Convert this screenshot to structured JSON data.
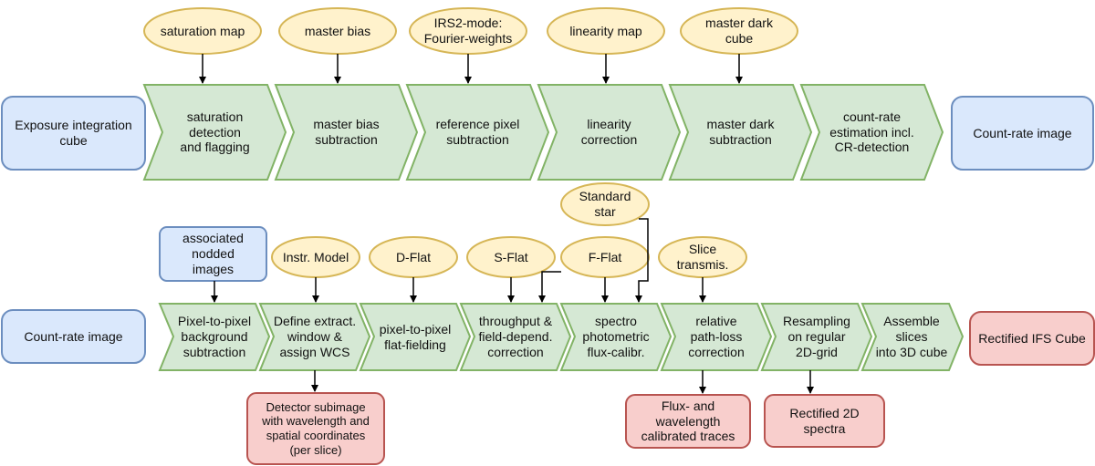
{
  "row1": {
    "input": "Exposure integration cube",
    "output": "Count-rate image",
    "steps": [
      "saturation\ndetection\nand flagging",
      "master bias\nsubtraction",
      "reference pixel\nsubtraction",
      "linearity\ncorrection",
      "master dark\nsubtraction",
      "count-rate\nestimation  incl.\nCR-detection"
    ],
    "refs": [
      "saturation map",
      "master bias",
      "IRS2-mode:\nFourier-weights",
      "linearity map",
      "master dark\ncube"
    ]
  },
  "row2": {
    "input": "Count-rate image",
    "output": "Rectified IFS Cube",
    "steps": [
      "Pixel-to-pixel\nbackground\nsubtraction",
      "Define extract.\nwindow &\nassign WCS",
      "pixel-to-pixel\nflat-fielding",
      "throughput &\nfield-depend.\ncorrection",
      "spectro\nphotometric\nflux-calibr.",
      "relative\npath-loss\ncorrection",
      "Resampling\non regular\n2D-grid",
      "Assemble\nslices\ninto 3D cube"
    ],
    "nodded": "associated\nnodded\nimages",
    "refs": {
      "instr_model": "Instr. Model",
      "d_flat": "D-Flat",
      "s_flat": "S-Flat",
      "f_flat": "F-Flat",
      "standard_star": "Standard\nstar",
      "slice_transmis": "Slice\ntransmis."
    },
    "products": {
      "detector_subimage": "Detector subimage\nwith wavelength and\nspatial coordinates\n(per slice)",
      "traces": "Flux- and\nwavelength\ncalibrated traces",
      "rectified_2d": "Rectified 2D\nspectra"
    }
  },
  "colors": {
    "step_fill": "#d5e8d4",
    "step_stroke": "#82b366",
    "ref_fill": "#fff2cc",
    "ref_stroke": "#d6b656",
    "io_fill": "#dae8fc",
    "io_stroke": "#6c8ebf",
    "product_fill": "#f8cecc",
    "product_stroke": "#b85450"
  }
}
